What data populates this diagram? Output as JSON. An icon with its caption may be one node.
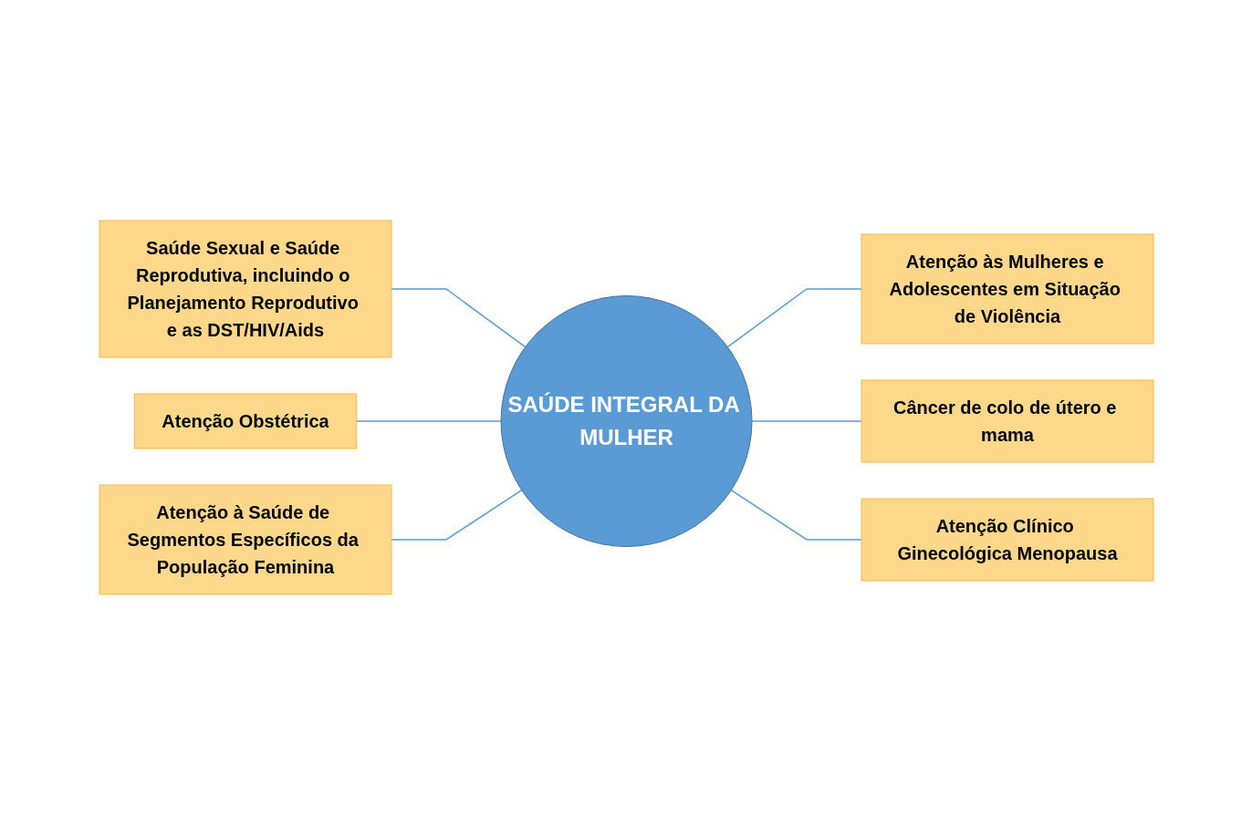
{
  "diagram": {
    "nodes": [
      {
        "text": [
          "Saúde Sexual e Saúde Reprodutiva, incluindo o Planejamento Reprodutivo e as DST/HIV/Aids"
        ]
      },
      {
        "text": [
          "Atenção Obstétrica"
        ]
      },
      {
        "text": [
          "Atenção à Saúde de Segmentos Específicos da População Feminina"
        ]
      },
      {
        "text": [
          "SAÚDE INTEGRAL DA MULHER"
        ]
      },
      {
        "text": [
          "Atenção às Mulheres e Adolescentes em Situação de Violência"
        ]
      },
      {
        "text": [
          "Câncer de colo de útero e mama"
        ]
      },
      {
        "text": [
          "Atenção Clínico Ginecológica Menopausa"
        ]
      }
    ],
    "edges": [
      {
        "from": 0,
        "to": 3,
        "arrow": "none"
      },
      {
        "from": 1,
        "to": 3,
        "arrow": "none"
      },
      {
        "from": 2,
        "to": 3,
        "arrow": "none"
      },
      {
        "from": 3,
        "to": 4,
        "arrow": "none"
      },
      {
        "from": 3,
        "to": 5,
        "arrow": "none"
      },
      {
        "from": 3,
        "to": 6,
        "arrow": "none"
      }
    ]
  }
}
